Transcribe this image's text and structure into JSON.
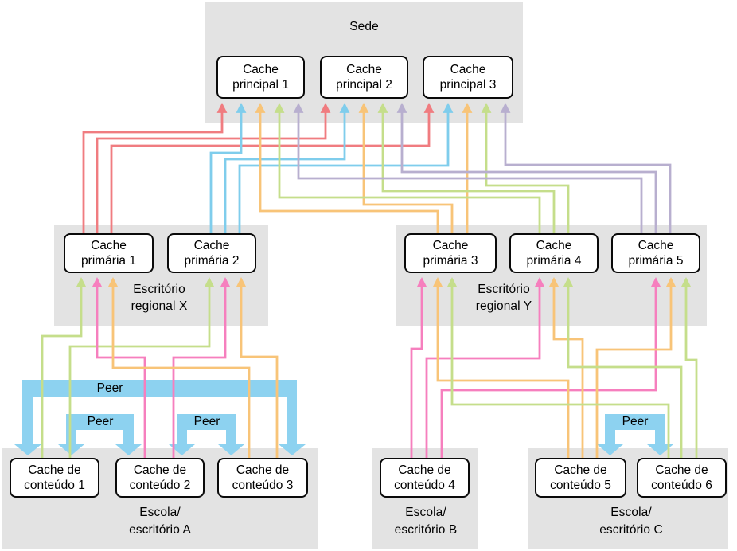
{
  "palette": {
    "red": "#F07C80",
    "blue": "#7FCDEC",
    "orange": "#F8C478",
    "green": "#C5DE8B",
    "purple": "#B8AFCF",
    "pink": "#F67FBE",
    "peer": "#8DD2F0",
    "section_bg": "#E3E3E3",
    "box_border": "#0A0A0A",
    "box_bg": "#FFFFFF"
  },
  "sections": {
    "sede": {
      "label": "Sede"
    },
    "regional_x": {
      "label": "Escritório\nregional X"
    },
    "regional_y": {
      "label": "Escritório\nregional Y"
    },
    "escola_a": {
      "label": "Escola/\nescritório A"
    },
    "escola_b": {
      "label": "Escola/\nescritório B"
    },
    "escola_c": {
      "label": "Escola/\nescritório C"
    }
  },
  "nodes": {
    "principal_1": {
      "label": "Cache\nprincipal 1"
    },
    "principal_2": {
      "label": "Cache\nprincipal 2"
    },
    "principal_3": {
      "label": "Cache\nprincipal 3"
    },
    "primaria_1": {
      "label": "Cache\nprimária 1"
    },
    "primaria_2": {
      "label": "Cache\nprimária 2"
    },
    "primaria_3": {
      "label": "Cache\nprimária 3"
    },
    "primaria_4": {
      "label": "Cache\nprimária 4"
    },
    "primaria_5": {
      "label": "Cache\nprimária 5"
    },
    "conteudo_1": {
      "label": "Cache de\nconteúdo 1"
    },
    "conteudo_2": {
      "label": "Cache de\nconteúdo 2"
    },
    "conteudo_3": {
      "label": "Cache de\nconteúdo 3"
    },
    "conteudo_4": {
      "label": "Cache de\nconteúdo 4"
    },
    "conteudo_5": {
      "label": "Cache de\nconteúdo 5"
    },
    "conteudo_6": {
      "label": "Cache de\nconteúdo 6"
    }
  },
  "connections": {
    "primaria_to_principal": [
      {
        "from": "Cache primária 1",
        "to": "Cache principal 1",
        "color": "red"
      },
      {
        "from": "Cache primária 1",
        "to": "Cache principal 2",
        "color": "red"
      },
      {
        "from": "Cache primária 1",
        "to": "Cache principal 3",
        "color": "red"
      },
      {
        "from": "Cache primária 2",
        "to": "Cache principal 1",
        "color": "blue"
      },
      {
        "from": "Cache primária 2",
        "to": "Cache principal 2",
        "color": "blue"
      },
      {
        "from": "Cache primária 2",
        "to": "Cache principal 3",
        "color": "blue"
      },
      {
        "from": "Cache primária 3",
        "to": "Cache principal 1",
        "color": "orange"
      },
      {
        "from": "Cache primária 3",
        "to": "Cache principal 2",
        "color": "orange"
      },
      {
        "from": "Cache primária 3",
        "to": "Cache principal 3",
        "color": "orange"
      },
      {
        "from": "Cache primária 4",
        "to": "Cache principal 1",
        "color": "green"
      },
      {
        "from": "Cache primária 4",
        "to": "Cache principal 2",
        "color": "green"
      },
      {
        "from": "Cache primária 4",
        "to": "Cache principal 3",
        "color": "green"
      },
      {
        "from": "Cache primária 5",
        "to": "Cache principal 1",
        "color": "purple"
      },
      {
        "from": "Cache primária 5",
        "to": "Cache principal 2",
        "color": "purple"
      },
      {
        "from": "Cache primária 5",
        "to": "Cache principal 3",
        "color": "purple"
      }
    ],
    "conteudo_to_primaria": [
      {
        "from": "Cache de conteúdo 1",
        "to": "Cache primária 1",
        "color": "green"
      },
      {
        "from": "Cache de conteúdo 1",
        "to": "Cache primária 2",
        "color": "green"
      },
      {
        "from": "Cache de conteúdo 2",
        "to": "Cache primária 1",
        "color": "pink"
      },
      {
        "from": "Cache de conteúdo 2",
        "to": "Cache primária 2",
        "color": "pink"
      },
      {
        "from": "Cache de conteúdo 3",
        "to": "Cache primária 1",
        "color": "orange"
      },
      {
        "from": "Cache de conteúdo 3",
        "to": "Cache primária 2",
        "color": "orange"
      },
      {
        "from": "Cache de conteúdo 4",
        "to": "Cache primária 3",
        "color": "pink"
      },
      {
        "from": "Cache de conteúdo 4",
        "to": "Cache primária 4",
        "color": "pink"
      },
      {
        "from": "Cache de conteúdo 4",
        "to": "Cache primária 5",
        "color": "pink"
      },
      {
        "from": "Cache de conteúdo 5",
        "to": "Cache primária 3",
        "color": "orange"
      },
      {
        "from": "Cache de conteúdo 5",
        "to": "Cache primária 4",
        "color": "orange"
      },
      {
        "from": "Cache de conteúdo 5",
        "to": "Cache primária 5",
        "color": "orange"
      },
      {
        "from": "Cache de conteúdo 6",
        "to": "Cache primária 3",
        "color": "green"
      },
      {
        "from": "Cache de conteúdo 6",
        "to": "Cache primária 4",
        "color": "green"
      },
      {
        "from": "Cache de conteúdo 6",
        "to": "Cache primária 5",
        "color": "green"
      }
    ],
    "peer": [
      {
        "between": [
          "Cache de conteúdo 1",
          "Cache de conteúdo 3"
        ],
        "label": "Peer"
      },
      {
        "between": [
          "Cache de conteúdo 1",
          "Cache de conteúdo 2"
        ],
        "label": "Peer"
      },
      {
        "between": [
          "Cache de conteúdo 2",
          "Cache de conteúdo 3"
        ],
        "label": "Peer"
      },
      {
        "between": [
          "Cache de conteúdo 5",
          "Cache de conteúdo 6"
        ],
        "label": "Peer"
      }
    ]
  }
}
